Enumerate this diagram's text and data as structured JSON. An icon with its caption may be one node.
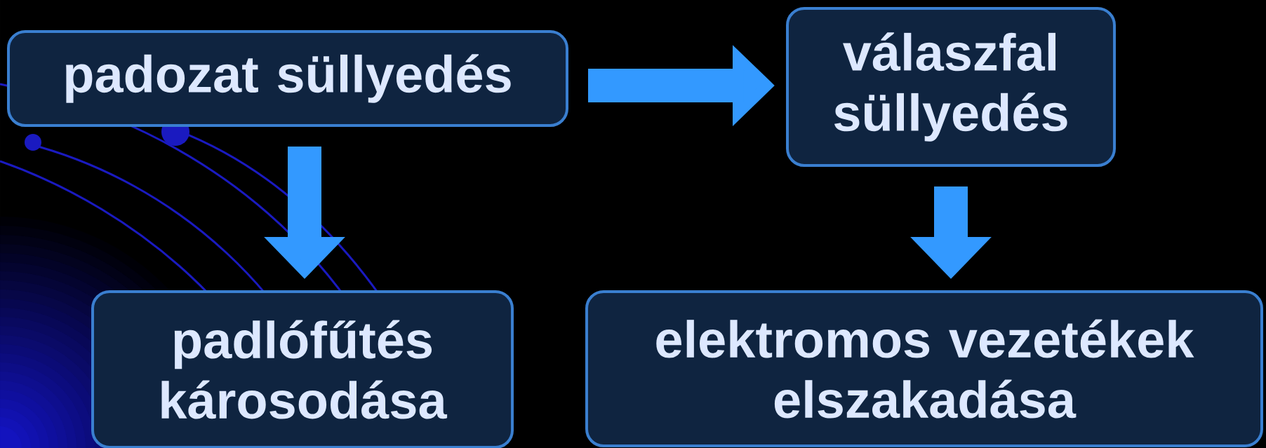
{
  "diagram": {
    "nodes": [
      {
        "text": [
          "padozat süllyedés"
        ]
      },
      {
        "text": [
          "válaszfal süllyedés"
        ]
      },
      {
        "text": [
          "padlófűtés károsodása"
        ]
      },
      {
        "text": [
          "elektromos vezetékek elszakadása"
        ]
      }
    ],
    "edges": [
      {
        "from": 0,
        "to": 1,
        "arrow": "to"
      },
      {
        "from": 0,
        "to": 2,
        "arrow": "to"
      },
      {
        "from": 1,
        "to": 3,
        "arrow": "to"
      }
    ]
  }
}
